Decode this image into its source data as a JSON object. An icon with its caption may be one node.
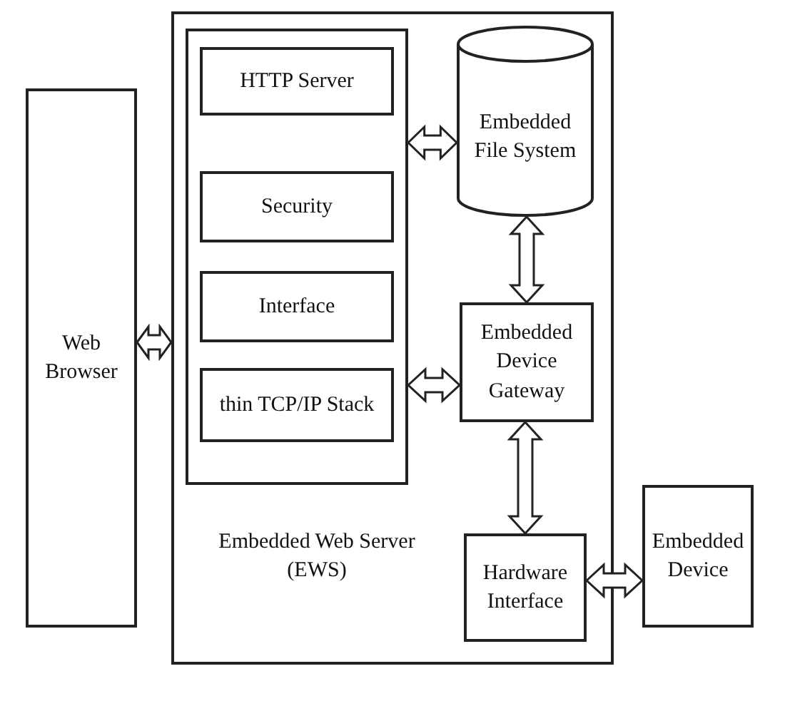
{
  "diagram": {
    "nodes": [
      {
        "text": [
          "Web Browser"
        ]
      },
      {
        "text": [
          "Embedded Web Server (EWS)"
        ]
      },
      {
        "text": [],
        "shape": "box",
        "in": 1
      },
      {
        "text": [
          "HTTP Server"
        ],
        "in": 2
      },
      {
        "text": [
          "Security"
        ],
        "in": 2
      },
      {
        "text": [
          "Interface"
        ],
        "in": 2
      },
      {
        "text": [
          "thin TCP/IP Stack"
        ],
        "in": 2
      },
      {
        "text": [
          "Embedded File System"
        ],
        "in": 1
      },
      {
        "text": [
          "Embedded Device Gateway"
        ],
        "in": 1
      },
      {
        "text": [
          "Hardware Interface"
        ],
        "in": 1
      },
      {
        "text": [
          "Embedded Device"
        ]
      }
    ],
    "edges": [
      {
        "from": 0,
        "to": 1,
        "arrow": "both"
      },
      {
        "from": 2,
        "to": 7,
        "arrow": "both"
      },
      {
        "from": 2,
        "to": 8,
        "arrow": "both"
      },
      {
        "from": 7,
        "to": 8,
        "arrow": "both"
      },
      {
        "from": 8,
        "to": 9,
        "arrow": "both"
      },
      {
        "from": 9,
        "to": 10,
        "arrow": "both"
      }
    ]
  }
}
